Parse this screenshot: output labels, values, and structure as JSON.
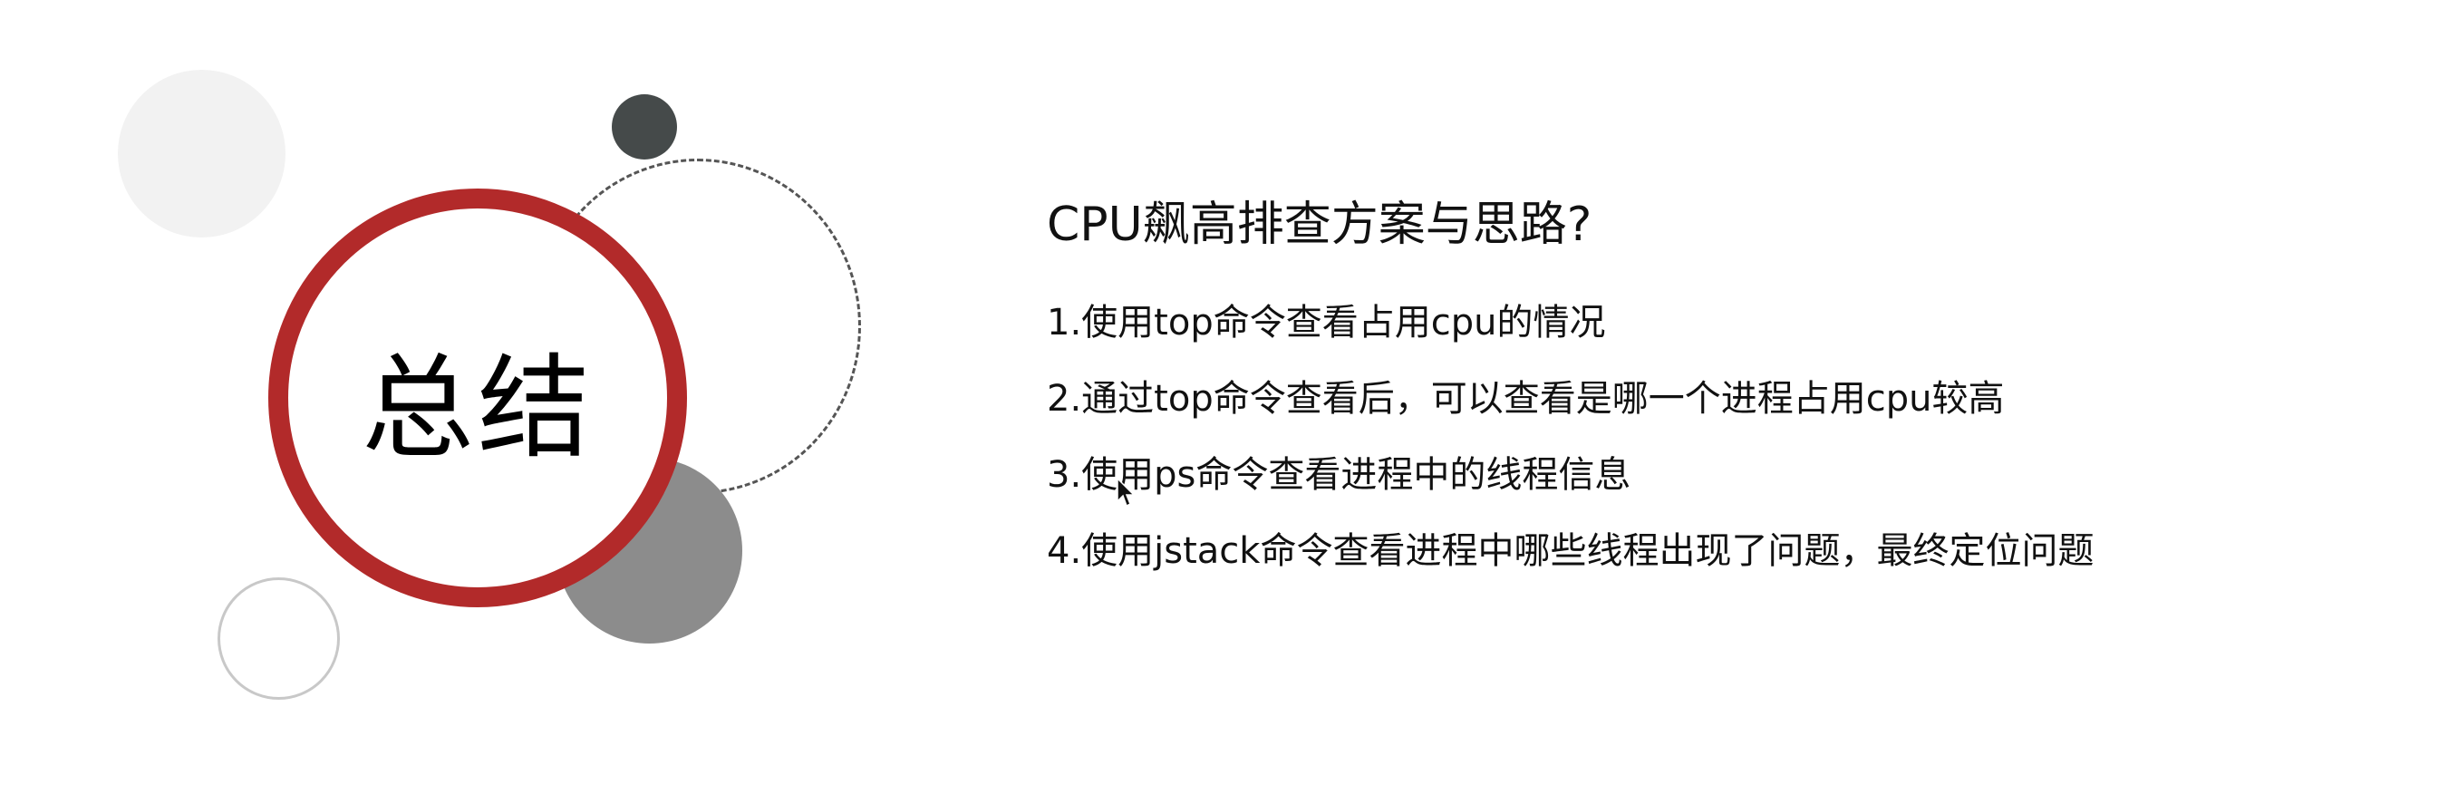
{
  "summary": {
    "title": "总结"
  },
  "content": {
    "question": "CPU飙高排查方案与思路?",
    "steps": [
      {
        "text": "1.使用top命令查看占用cpu的情况"
      },
      {
        "text": "2.通过top命令查看后，可以查看是哪一个进程占用cpu较高"
      },
      {
        "text": "3.使用ps命令查看进程中的线程信息"
      },
      {
        "text": "4.使用jstack命令查看进程中哪些线程出现了问题，最终定位问题"
      }
    ]
  },
  "colors": {
    "accent_red": "#b22a2a",
    "dark_gray": "#454a4a",
    "mid_gray": "#8c8c8c",
    "light_gray": "#f2f2f2"
  }
}
